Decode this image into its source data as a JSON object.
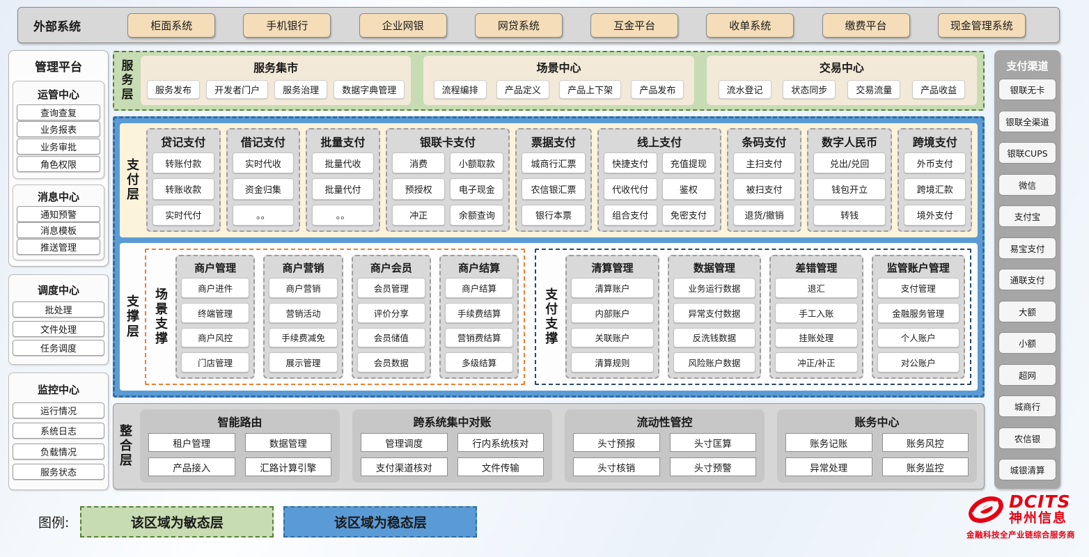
{
  "external_systems": {
    "label": "外部系统",
    "items": [
      "柜面系统",
      "手机银行",
      "企业网银",
      "网贷系统",
      "互金平台",
      "收单系统",
      "缴费平台",
      "现金管理系统"
    ]
  },
  "management_platform": {
    "title": "管理平台",
    "groups": [
      {
        "title": "运管中心",
        "items": [
          "查询查复",
          "业务报表",
          "业务审批",
          "角色权限"
        ]
      },
      {
        "title": "消息中心",
        "items": [
          "通知预警",
          "消息模板",
          "推送管理"
        ]
      },
      {
        "title": "调度中心",
        "items": [
          "批处理",
          "文件处理",
          "任务调度"
        ]
      },
      {
        "title": "监控中心",
        "items": [
          "运行情况",
          "系统日志",
          "负载情况",
          "服务状态"
        ]
      }
    ]
  },
  "service_layer": {
    "label": "服务层",
    "groups": [
      {
        "title": "服务集市",
        "items": [
          "服务发布",
          "开发者门户",
          "服务治理",
          "数据字典管理"
        ]
      },
      {
        "title": "场景中心",
        "items": [
          "流程编排",
          "产品定义",
          "产品上下架",
          "产品发布"
        ]
      },
      {
        "title": "交易中心",
        "items": [
          "流水登记",
          "状态同步",
          "交易流量",
          "产品收益"
        ]
      }
    ]
  },
  "payment_layer": {
    "label": "支付层",
    "columns": [
      {
        "title": "贷记支付",
        "cols": 1,
        "items": [
          "转账付款",
          "转账收款",
          "实时代付"
        ]
      },
      {
        "title": "借记支付",
        "cols": 1,
        "items": [
          "实时代收",
          "资金归集",
          "。。"
        ]
      },
      {
        "title": "批量支付",
        "cols": 1,
        "items": [
          "批量代收",
          "批量代付",
          "。。"
        ]
      },
      {
        "title": "银联卡支付",
        "cols": 2,
        "items": [
          "消费",
          "小额取款",
          "预授权",
          "电子现金",
          "冲正",
          "余额查询"
        ]
      },
      {
        "title": "票据支付",
        "cols": 1,
        "items": [
          "城商行汇票",
          "农信银汇票",
          "银行本票"
        ]
      },
      {
        "title": "线上支付",
        "cols": 2,
        "items": [
          "快捷支付",
          "充值提现",
          "代收代付",
          "鉴权",
          "组合支付",
          "免密支付"
        ]
      },
      {
        "title": "条码支付",
        "cols": 1,
        "items": [
          "主扫支付",
          "被扫支付",
          "退货/撤销"
        ]
      },
      {
        "title": "数字人民币",
        "cols": 1,
        "items": [
          "兑出/兑回",
          "钱包开立",
          "转钱"
        ]
      },
      {
        "title": "跨境支付",
        "cols": 1,
        "items": [
          "外币支付",
          "跨境汇款",
          "境外支付"
        ]
      }
    ]
  },
  "support_layer": {
    "label": "支撑层",
    "sections": [
      {
        "label": "场景支撑",
        "columns": [
          {
            "title": "商户管理",
            "items": [
              "商户进件",
              "终端管理",
              "商户风控",
              "门店管理"
            ]
          },
          {
            "title": "商户营销",
            "items": [
              "商户营销",
              "营销活动",
              "手续费减免",
              "展示管理"
            ]
          },
          {
            "title": "商户会员",
            "items": [
              "会员管理",
              "评价分享",
              "会员储值",
              "会员数据"
            ]
          },
          {
            "title": "商户结算",
            "items": [
              "商户结算",
              "手续费结算",
              "营销费结算",
              "多级结算"
            ]
          }
        ]
      },
      {
        "label": "支付支撑",
        "columns": [
          {
            "title": "清算管理",
            "items": [
              "清算账户",
              "内部账户",
              "关联账户",
              "清算规则"
            ]
          },
          {
            "title": "数据管理",
            "items": [
              "业务运行数据",
              "异常支付数据",
              "反洗钱数据",
              "风险账户数据"
            ]
          },
          {
            "title": "差错管理",
            "items": [
              "退汇",
              "手工入账",
              "挂账处理",
              "冲正/补正"
            ]
          },
          {
            "title": "监管账户管理",
            "items": [
              "支付管理",
              "金融服务管理",
              "个人账户",
              "对公账户"
            ]
          }
        ]
      }
    ]
  },
  "integration_layer": {
    "label": "整合层",
    "groups": [
      {
        "title": "智能路由",
        "items": [
          "租户管理",
          "数据管理",
          "产品接入",
          "汇路计算引擎"
        ]
      },
      {
        "title": "跨系统集中对账",
        "items": [
          "管理调度",
          "行内系统核对",
          "支付渠道核对",
          "文件传输"
        ]
      },
      {
        "title": "流动性管控",
        "items": [
          "头寸预报",
          "头寸匡算",
          "头寸核销",
          "头寸预警"
        ]
      },
      {
        "title": "账务中心",
        "items": [
          "账务记账",
          "账务风控",
          "异常处理",
          "账务监控"
        ]
      }
    ]
  },
  "payment_channels": {
    "title": "支付渠道",
    "items": [
      "银联无卡",
      "银联全渠道",
      "银联CUPS",
      "微信",
      "支付宝",
      "易宝支付",
      "通联支付",
      "大额",
      "小额",
      "超网",
      "城商行",
      "农信银",
      "城银清算"
    ]
  },
  "legend": {
    "label": "图例:",
    "items": [
      {
        "text": "该区域为敏态层",
        "fill": "#c7dcb2",
        "border": "#538135"
      },
      {
        "text": "该区域为稳态层",
        "fill": "#5b9bd5",
        "border": "#2e6da4"
      }
    ]
  },
  "logo": {
    "brand": "DCITS",
    "name": "神州信息",
    "tagline": "金融科技全产业链综合服务商",
    "brand_color": "#e60012"
  },
  "colors": {
    "agile_green_fill": "#c7dcb2",
    "agile_green_border": "#538135",
    "stable_blue_fill": "#5b9bd5",
    "stable_blue_border": "#2e6da4",
    "scene_support_border": "#ed7d31",
    "payment_support_border": "#24476f",
    "panel_gray": "#d9d9d9",
    "external_button_tan": "#f4ddb8"
  }
}
